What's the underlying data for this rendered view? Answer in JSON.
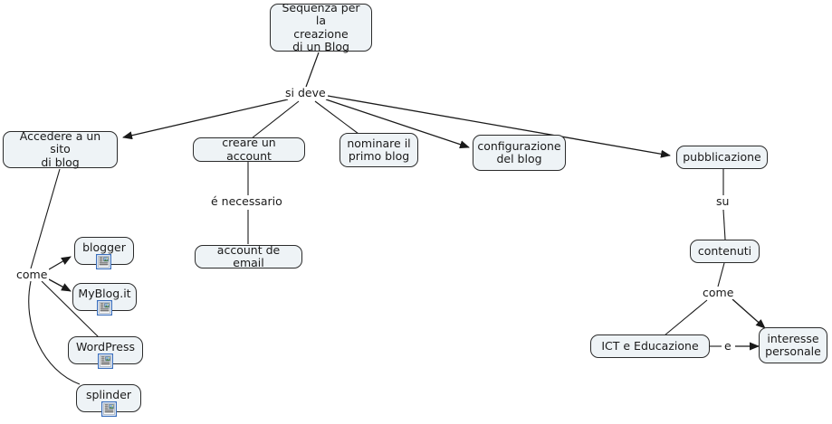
{
  "diagram": {
    "title_node": "Sequenza per la\ncreazione\ndi un Blog",
    "type": "concept-map",
    "background_color": "#ffffff",
    "node_fill_color": "#eef3f6",
    "node_border_color": "#2b2b2b",
    "edge_color": "#1a1a1a",
    "icon_name": "document-article-icon"
  },
  "nodes": {
    "root": "Sequenza per la\ncreazione\ndi un Blog",
    "accedere": "Accedere a un sito\ndi blog",
    "creare_account": "creare un account",
    "nominare": "nominare il\nprimo blog",
    "configurazione": "configurazione\ndel blog",
    "pubblicazione": "pubblicazione",
    "account_email": "account de email",
    "blogger": "blogger",
    "myblog": "MyBlog.it",
    "wordpress": "WordPress",
    "splinder": "splinder",
    "contenuti": "contenuti",
    "ict": "ICT e Educazione",
    "interesse": "interesse\npersonale"
  },
  "link_labels": {
    "si_deve": "si deve",
    "come_left": "come",
    "e_necessario": "é necessario",
    "su": "su",
    "come_right": "come",
    "e": "e"
  }
}
